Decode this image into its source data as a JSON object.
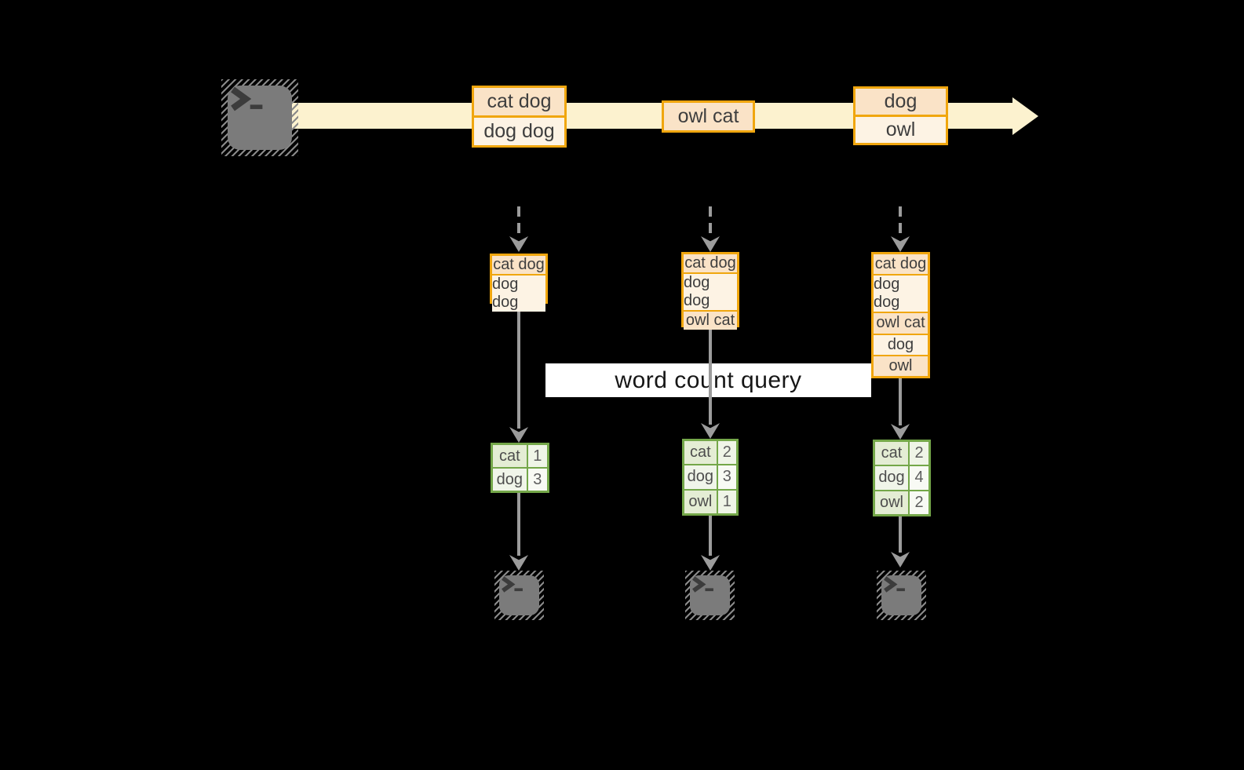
{
  "diagram": {
    "query_label": "word count query",
    "source_icon": "terminal-icon",
    "sink_icons": [
      "terminal-icon",
      "terminal-icon",
      "terminal-icon"
    ]
  },
  "stream": {
    "batches": [
      {
        "rows": [
          "cat dog",
          "dog dog"
        ]
      },
      {
        "rows": [
          "owl cat"
        ]
      },
      {
        "rows": [
          "dog",
          "owl"
        ]
      }
    ]
  },
  "buffers": [
    {
      "rows": [
        "cat dog",
        "dog dog"
      ]
    },
    {
      "rows": [
        "cat dog",
        "dog dog",
        "owl cat"
      ]
    },
    {
      "rows": [
        "cat dog",
        "dog dog",
        "owl cat",
        "dog",
        "owl"
      ]
    }
  ],
  "count_tables": [
    {
      "rows": [
        {
          "word": "cat",
          "count": "1"
        },
        {
          "word": "dog",
          "count": "3"
        }
      ]
    },
    {
      "rows": [
        {
          "word": "cat",
          "count": "2"
        },
        {
          "word": "dog",
          "count": "3"
        },
        {
          "word": "owl",
          "count": "1"
        }
      ]
    },
    {
      "rows": [
        {
          "word": "cat",
          "count": "2"
        },
        {
          "word": "dog",
          "count": "4"
        },
        {
          "word": "owl",
          "count": "2"
        }
      ]
    }
  ],
  "colors": {
    "background": "#000000",
    "stream_fill": "#fcf2cf",
    "orange_border": "#f0a60e",
    "peach_fill": "#fae3c7",
    "cream_fill": "#fdf3e4",
    "green_border": "#74a749",
    "green_cell": "#e4edd4",
    "green_cell_light": "#f0f5e9",
    "connector_gray": "#9c9c9c",
    "terminal_gray": "#7b7b7b",
    "label_bg": "#ffffff"
  }
}
